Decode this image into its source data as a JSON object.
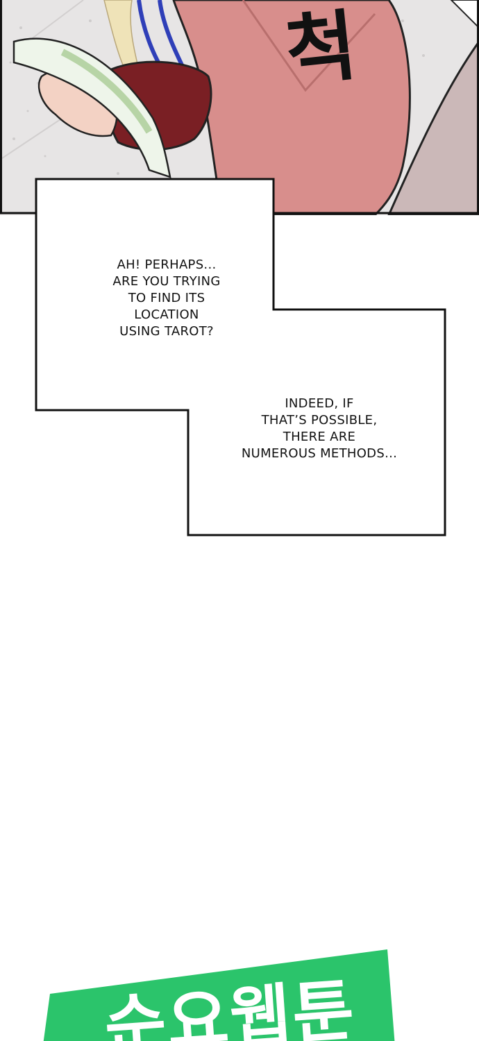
{
  "sfx": {
    "text": "척"
  },
  "bubbles": [
    {
      "text": "AH! PERHAPS...\nARE YOU TRYING\nTO FIND ITS\nLOCATION\nUSING TAROT?"
    },
    {
      "text": "INDEED, IF\nTHAT’S POSSIBLE,\nTHERE ARE\nNUMEROUS METHODS..."
    }
  ],
  "banner": {
    "text": "순요웹툰"
  },
  "colors": {
    "banner_green": "#2bc46b",
    "dress_pink": "#d98c8c",
    "sleeve_red": "#7a1f24",
    "ribbon_blue": "#2f3fb8",
    "floor_gray": "#e6e6e6",
    "panel_border": "#111111"
  }
}
